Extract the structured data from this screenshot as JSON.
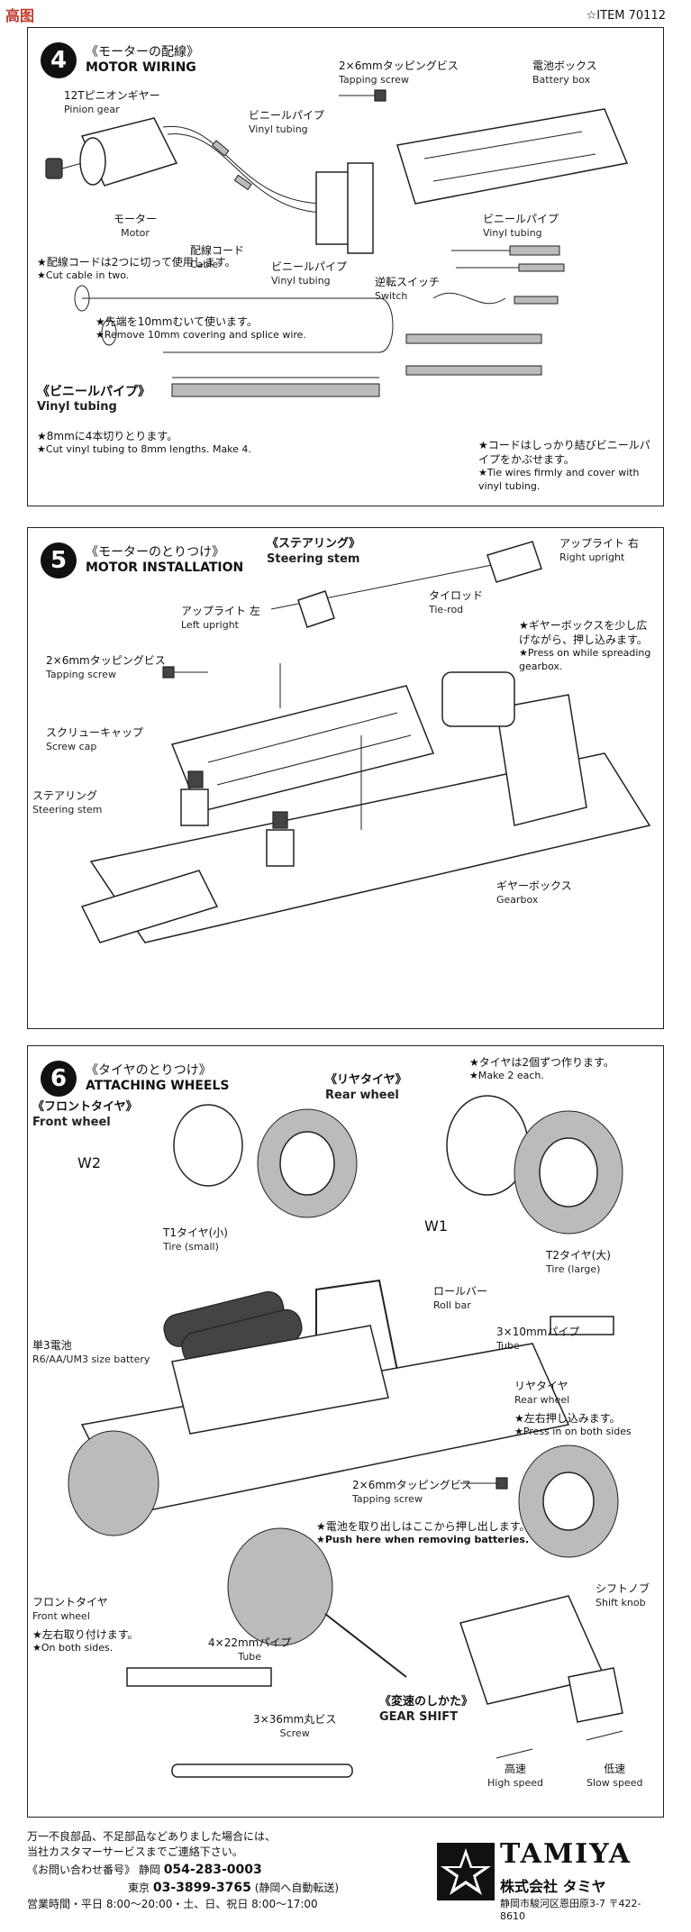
{
  "header": {
    "watermark": "高图",
    "item": "☆ITEM 70112"
  },
  "step4": {
    "number": "4",
    "title_jp": "《モーターの配線》",
    "title_en": "MOTOR WIRING",
    "labels": {
      "pinion_jp": "12Tピニオンギヤー",
      "pinion_en": "Pinion gear",
      "vinyl1_jp": "ビニールパイプ",
      "vinyl1_en": "Vinyl tubing",
      "screw_jp": "2×6mmタッピングビス",
      "screw_en": "Tapping screw",
      "battery_jp": "電池ボックス",
      "battery_en": "Battery box",
      "motor_jp": "モーター",
      "motor_en": "Motor",
      "cable_jp": "配線コード",
      "cable_en": "Cable",
      "vinyl2_jp": "ビニールパイプ",
      "vinyl2_en": "Vinyl tubing",
      "switch_jp": "逆転スイッチ",
      "switch_en": "Switch",
      "vinyl3_jp": "ビニールパイプ",
      "vinyl3_en": "Vinyl tubing"
    },
    "notes": {
      "cut_jp": "★配線コードは2つに切って使用します。",
      "cut_en": "★Cut cable in two.",
      "remove_jp": "★先端を10mmむいて使います。",
      "remove_en": "★Remove 10mm covering and splice wire.",
      "tubing_title_jp": "《ビニールパイプ》",
      "tubing_title_en": "Vinyl tubing",
      "tubing_cut_jp": "★8mmに4本切りとります。",
      "tubing_cut_en": "★Cut vinyl tubing to 8mm lengths. Make 4.",
      "tie_jp": "★コードはしっかり結びビニールパイプをかぶせます。",
      "tie_en": "★Tie wires firmly and cover with vinyl tubing."
    }
  },
  "step5": {
    "number": "5",
    "title_jp": "《モーターのとりつけ》",
    "title_en": "MOTOR INSTALLATION",
    "labels": {
      "steering_title_jp": "《ステアリング》",
      "steering_title_en": "Steering stem",
      "right_jp": "アップライト 右",
      "right_en": "Right upright",
      "left_jp": "アップライト 左",
      "left_en": "Left upright",
      "tierod_jp": "タイロッド",
      "tierod_en": "Tie-rod",
      "screw_jp": "2×6mmタッピングビス",
      "screw_en": "Tapping screw",
      "cap_jp": "スクリューキャップ",
      "cap_en": "Screw cap",
      "stem_jp": "ステアリング",
      "stem_en": "Steering stem",
      "gearbox_jp": "ギヤーボックス",
      "gearbox_en": "Gearbox"
    },
    "notes": {
      "press_jp": "★ギヤーボックスを少し広げながら、押し込みます。",
      "press_en": "★Press on while spreading gearbox."
    }
  },
  "step6": {
    "number": "6",
    "title_jp": "《タイヤのとりつけ》",
    "title_en": "ATTACHING WHEELS",
    "labels": {
      "front_title_jp": "《フロントタイヤ》",
      "front_title_en": "Front wheel",
      "rear_title_jp": "《リヤタイヤ》",
      "rear_title_en": "Rear wheel",
      "w2": "W2",
      "w1": "W1",
      "t1_jp": "T1タイヤ(小)",
      "t1_en": "Tire (small)",
      "t2_jp": "T2タイヤ(大)",
      "t2_en": "Tire (large)",
      "rollbar_jp": "ロールバー",
      "rollbar_en": "Roll bar",
      "battery_jp": "単3電池",
      "battery_en": "R6/AA/UM3 size battery",
      "pipe_jp": "3×10mmパイプ",
      "pipe_en": "Tube",
      "rear_jp": "リヤタイヤ",
      "rear_en": "Rear wheel",
      "screw_jp": "2×6mmタッピングビス",
      "screw_en": "Tapping screw",
      "front_jp": "フロントタイヤ",
      "front_en": "Front wheel",
      "pipe2_jp": "4×22mmパイプ",
      "pipe2_en": "Tube",
      "screw3_jp": "3×36mm丸ビス",
      "screw3_en": "Screw",
      "shiftknob_jp": "シフトノブ",
      "shiftknob_en": "Shift knob",
      "gearshift_jp": "《変速のしかた》",
      "gearshift_en": "GEAR SHIFT",
      "high_jp": "高速",
      "high_en": "High speed",
      "low_jp": "低速",
      "low_en": "Slow speed"
    },
    "notes": {
      "make2_jp": "★タイヤは2個ずつ作ります。",
      "make2_en": "★Make 2 each.",
      "bothsides_jp": "★左右押し込みます。",
      "bothsides_en": "★Press in on both sides",
      "push_jp": "★電池を取り出しはここから押し出します。",
      "push_en": "★Push here when removing batteries.",
      "front_both_jp": "★左右取り付けます。",
      "front_both_en": "★On both sides."
    }
  },
  "footer": {
    "line1": "万一不良部品、不足部品などありました場合には、",
    "line2": "当社カスタマーサービスまでご連絡下さい。",
    "contact_label": "《お問い合わせ番号》",
    "shizuoka_label": "静岡",
    "shizuoka_tel": "054-283-0003",
    "tokyo_label": "東京",
    "tokyo_tel": "03-3899-3765",
    "tokyo_note": "(静岡へ自動転送)",
    "hours": "営業時間・平日 8:00〜20:00・土、日、祝日 8:00〜17:00",
    "brand": "TAMIYA",
    "company": "株式会社 タミヤ",
    "address": "静岡市駿河区恩田原3-7 〒422-8610"
  }
}
